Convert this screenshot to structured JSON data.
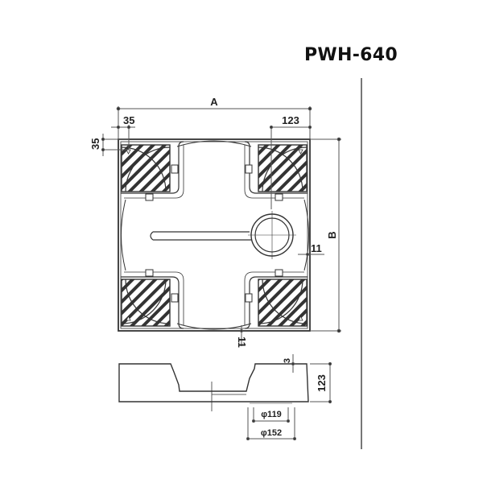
{
  "title": "PWH-640",
  "diagram": {
    "type": "technical-drawing",
    "subject": "washing machine pan (top view and side section)",
    "top_view": {
      "dimensions": {
        "width": "A",
        "depth": "B",
        "corner_block_width": "123",
        "corner_offset_x": "35",
        "corner_offset_y": "35",
        "drain_offset_side": "11",
        "drain_offset_bottom": "11"
      }
    },
    "side_view": {
      "dimensions": {
        "height": "123",
        "rim_step": "3",
        "drain_inner_diameter": "φ119",
        "drain_outer_diameter": "φ152"
      }
    },
    "colors": {
      "line": "#333333",
      "dimension_line": "#555555",
      "background": "#ffffff"
    }
  }
}
